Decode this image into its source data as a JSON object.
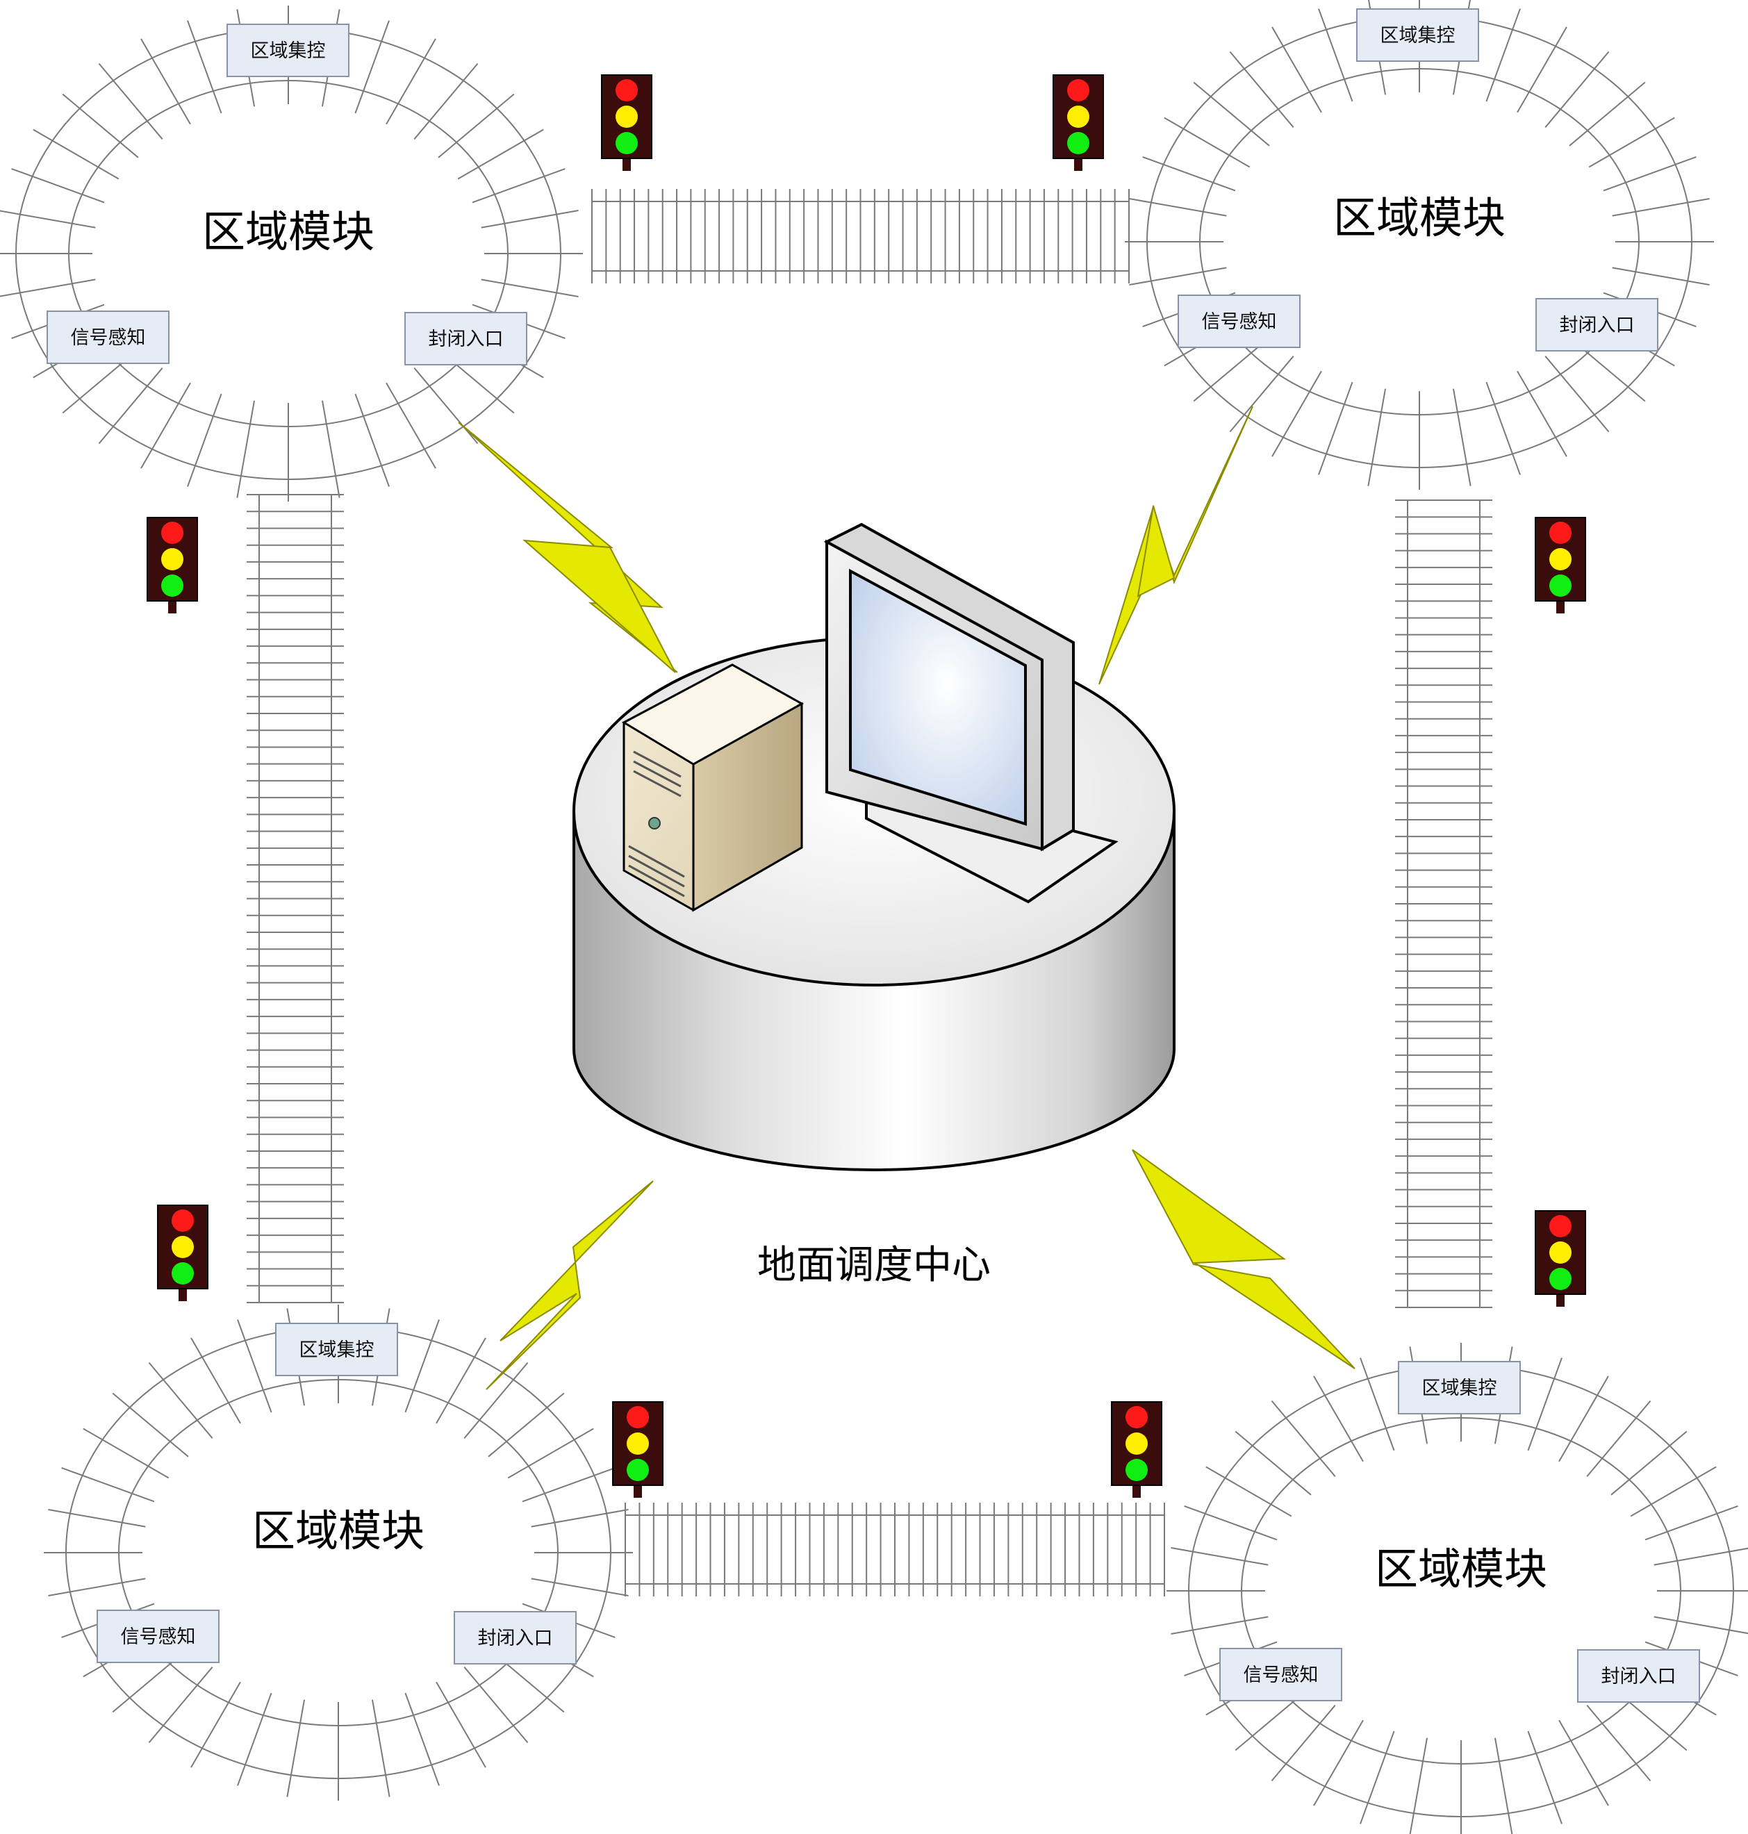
{
  "center": {
    "label": "地面调度中心"
  },
  "zones": [
    {
      "title": "区域模块",
      "control": "区域集控",
      "sensor": "信号感知",
      "entry": "封闭入口"
    },
    {
      "title": "区域模块",
      "control": "区域集控",
      "sensor": "信号感知",
      "entry": "封闭入口"
    },
    {
      "title": "区域模块",
      "control": "区域集控",
      "sensor": "信号感知",
      "entry": "封闭入口"
    },
    {
      "title": "区域模块",
      "control": "区域集控",
      "sensor": "信号感知",
      "entry": "封闭入口"
    }
  ],
  "colors": {
    "track": "#7a7a7a",
    "label_fill": "#e6ecf5",
    "label_border": "#8a93a6",
    "lightning": "#e5e800",
    "signal_red": "#ff1a1a",
    "signal_yellow": "#ffee00",
    "signal_green": "#11ee11",
    "signal_housing": "#3a0c0c"
  },
  "icons": [
    "traffic-signal-icon",
    "lightning-link-icon",
    "server-tower-icon",
    "monitor-icon",
    "railway-track-icon"
  ]
}
